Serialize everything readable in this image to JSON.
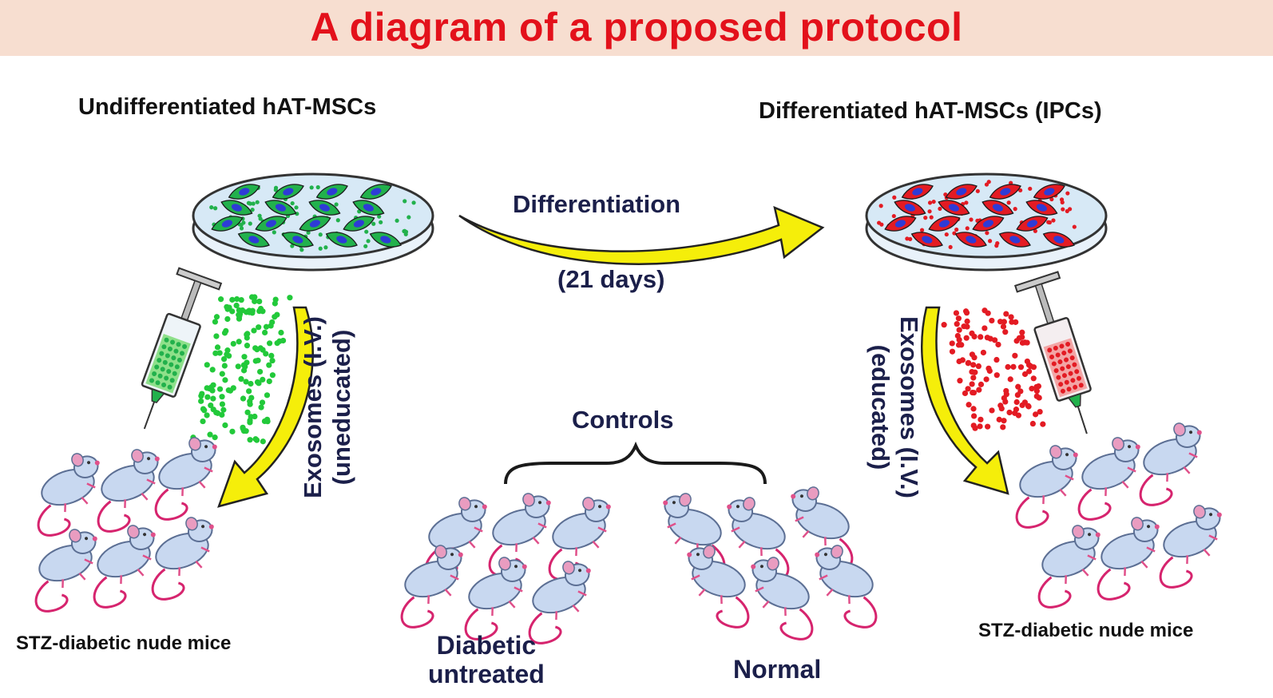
{
  "title": "A diagram of a proposed protocol",
  "labels": {
    "undiff": "Undifferentiated hAT-MSCs",
    "diff": "Differentiated hAT-MSCs (IPCs)",
    "differentiation": "Differentiation",
    "days": "(21 days)",
    "exo_left_1": "Exosomes (I.V.)",
    "exo_left_2": "(uneducated)",
    "exo_right_1": "Exosomes (I.V.)",
    "exo_right_2": "(educated)",
    "controls": "Controls",
    "stz_left": "STZ-diabetic nude mice",
    "stz_right": "STZ-diabetic nude mice",
    "diabetic_1": "Diabetic",
    "diabetic_2": "untreated",
    "normal": "Normal"
  },
  "colors": {
    "title": "#e3111b",
    "title_band": "#f7ded0",
    "undiff_cells": "#22b14c",
    "diff_cells": "#e31b23",
    "nucleus": "#2e3bd6",
    "arrow_fill": "#f5ee0a",
    "mouse_body": "#c8d8f0",
    "mouse_tail": "#d6246e",
    "label_navy": "#1b1f4a"
  },
  "icons": [
    "petri-dish-icon",
    "syringe-icon",
    "mouse-icon",
    "exosome-dot-icon",
    "curved-arrow-icon",
    "brace-icon"
  ]
}
